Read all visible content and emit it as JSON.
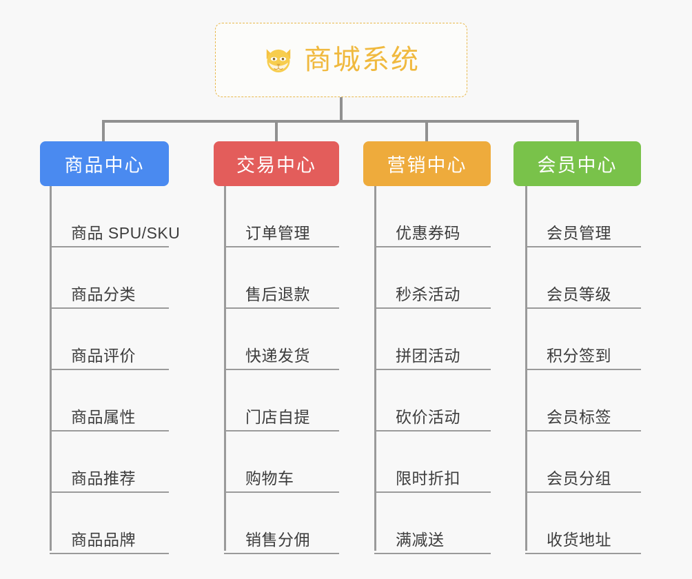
{
  "root": {
    "title": "商城系统",
    "icon": "shiba-dog-icon",
    "border_color": "#e8b84b",
    "text_color": "#f0b93e",
    "background": "#fcfcfa"
  },
  "canvas": {
    "background": "#f8f8f8",
    "connector_color": "#909090"
  },
  "columns": [
    {
      "title": "商品中心",
      "color": "#4a8af0",
      "items": [
        "商品 SPU/SKU",
        "商品分类",
        "商品评价",
        "商品属性",
        "商品推荐",
        "商品品牌"
      ]
    },
    {
      "title": "交易中心",
      "color": "#e35d5b",
      "items": [
        "订单管理",
        "售后退款",
        "快递发货",
        "门店自提",
        "购物车",
        "销售分佣"
      ]
    },
    {
      "title": "营销中心",
      "color": "#eeab3c",
      "items": [
        "优惠券码",
        "秒杀活动",
        "拼团活动",
        "砍价活动",
        "限时折扣",
        "满减送"
      ]
    },
    {
      "title": "会员中心",
      "color": "#79c24a",
      "items": [
        "会员管理",
        "会员等级",
        "积分签到",
        "会员标签",
        "会员分组",
        "收货地址"
      ]
    }
  ]
}
